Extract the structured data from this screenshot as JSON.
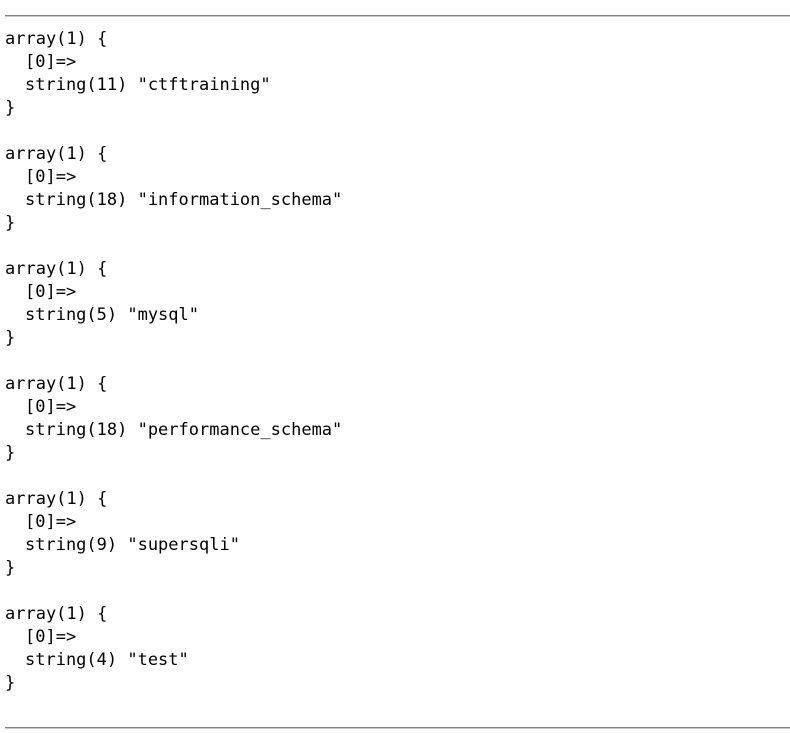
{
  "dump": {
    "entries": [
      {
        "open": "array(1) {",
        "key": "[0]=>",
        "value": "string(11) \"ctftraining\"",
        "close": "}"
      },
      {
        "open": "array(1) {",
        "key": "[0]=>",
        "value": "string(18) \"information_schema\"",
        "close": "}"
      },
      {
        "open": "array(1) {",
        "key": "[0]=>",
        "value": "string(5) \"mysql\"",
        "close": "}"
      },
      {
        "open": "array(1) {",
        "key": "[0]=>",
        "value": "string(18) \"performance_schema\"",
        "close": "}"
      },
      {
        "open": "array(1) {",
        "key": "[0]=>",
        "value": "string(9) \"supersqli\"",
        "close": "}"
      },
      {
        "open": "array(1) {",
        "key": "[0]=>",
        "value": "string(4) \"test\"",
        "close": "}"
      }
    ]
  }
}
